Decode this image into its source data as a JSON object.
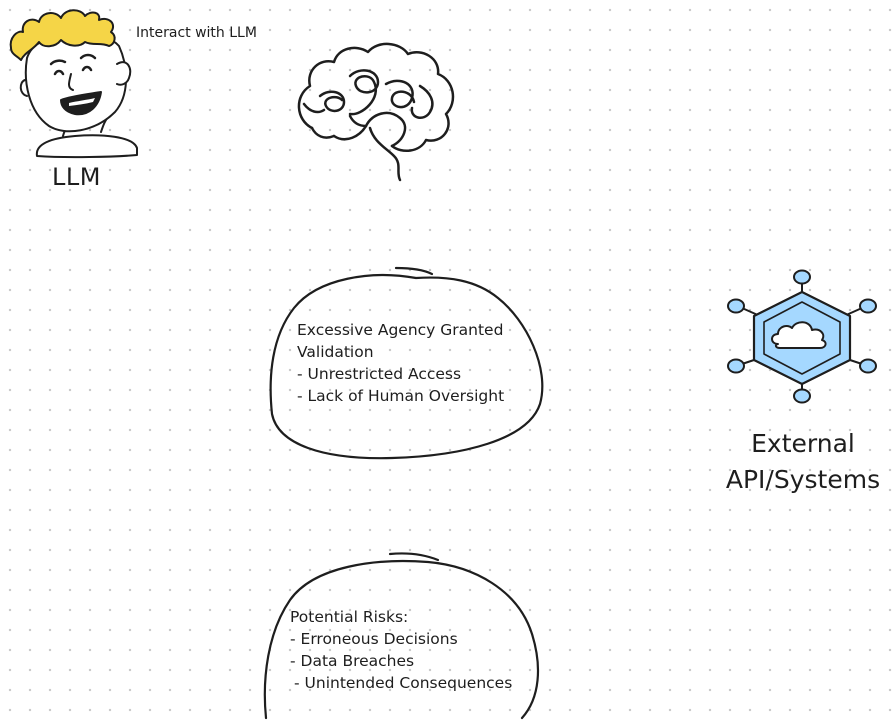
{
  "person": {
    "caption": "Interact with LLM",
    "label": "LLM",
    "hair_color": "#f5d547"
  },
  "external": {
    "label_line1": "External",
    "label_line2": "API/Systems",
    "hex_fill": "#a5d8ff",
    "icon": "cloud-icon"
  },
  "agency_box": {
    "line1": "Excessive Agency Granted",
    "line2": "Validation",
    "line3": "- Unrestricted Access",
    "line4": "- Lack of Human Oversight"
  },
  "risks_box": {
    "line1": "Potential Risks:",
    "line2": "- Erroneous Decisions",
    "line3": "- Data Breaches",
    "line4": "- Unintended Consequences"
  },
  "icons": {
    "brain": "brain-icon",
    "person": "person-icon",
    "network": "hexagon-network-icon"
  }
}
